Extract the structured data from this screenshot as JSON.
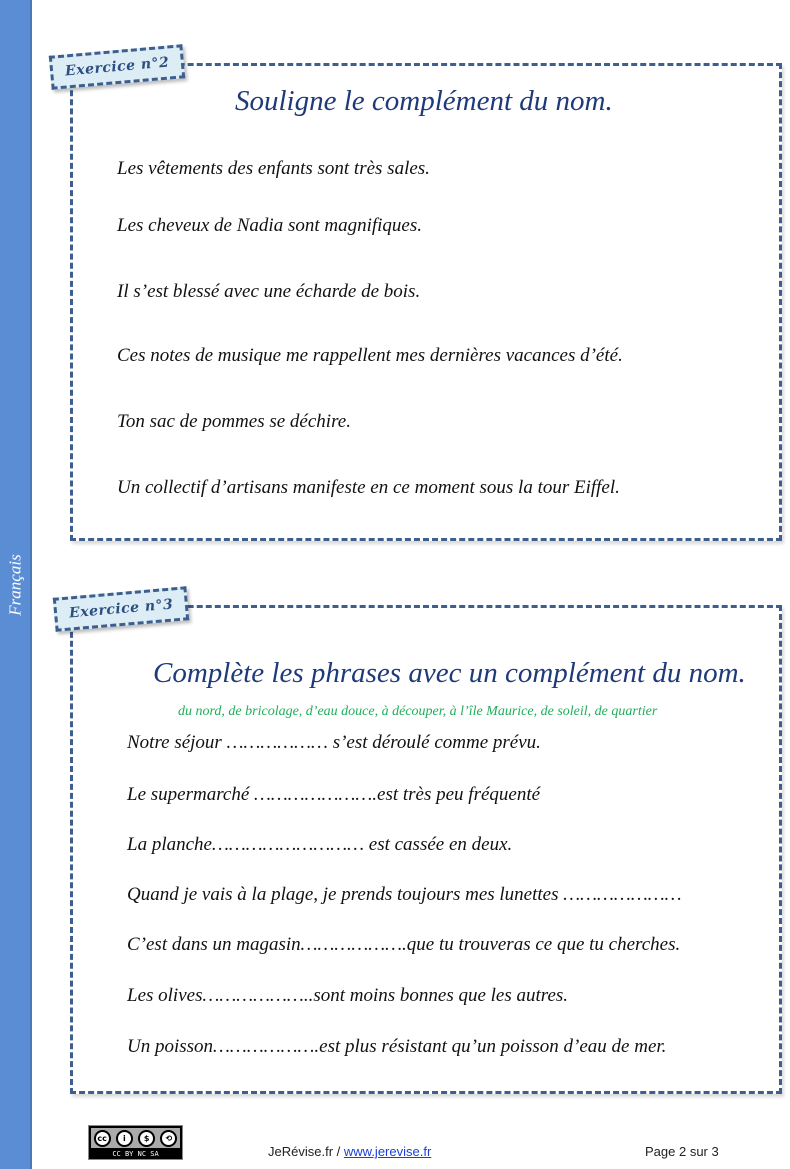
{
  "sidebar": {
    "label": "Français",
    "color": "#5a8dd4"
  },
  "exercise2": {
    "tag": "Exercice n°2",
    "title": "Souligne le complément du nom.",
    "sentences": [
      "Les vêtements des enfants sont très sales.",
      "Les cheveux de Nadia sont magnifiques.",
      "Il s’est blessé avec une écharde de bois.",
      "Ces notes de musique me rappellent mes dernières vacances d’été.",
      "Ton sac de pommes se déchire.",
      "Un collectif d’artisans manifeste en ce moment sous la tour Eiffel."
    ]
  },
  "exercise3": {
    "tag": "Exercice n°3",
    "title": "Complète les phrases avec un complément du nom.",
    "word_bank": "du nord, de bricolage, d’eau douce, à découper, à l’île Maurice, de soleil, de quartier",
    "sentences": [
      "Notre séjour ……………… s’est déroulé comme prévu.",
      "Le supermarché ………………….est très peu fréquenté",
      "La planche……………………… est cassée en deux.",
      "Quand je vais à la plage, je prends toujours mes lunettes …………………",
      "C’est dans un magasin……………….que tu trouveras ce que tu cherches.",
      "Les olives………………..sont moins bonnes que les autres.",
      "Un poisson……………….est plus résistant qu’un poisson d’eau de mer."
    ]
  },
  "footer": {
    "license": "CC BY NC SA",
    "site_name": "JeRévise.fr   /",
    "link": "www.jerevise.fr",
    "page": "Page 2 sur 3"
  },
  "colors": {
    "border": "#3e5f8e",
    "title": "#1f3a7a",
    "word_bank": "#1fae5a",
    "tag_bg": "#dcedf5"
  }
}
